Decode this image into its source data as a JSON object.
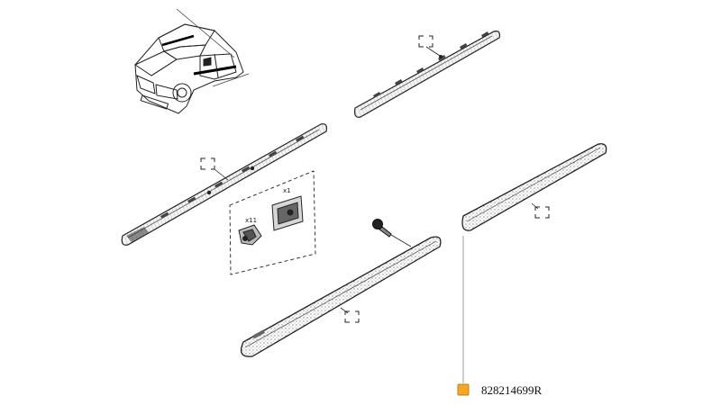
{
  "callout": {
    "part_number": "828214699R",
    "marker_color": "#f5a623",
    "marker_border": "#c47f10",
    "leader_color": "#9aa0a6"
  },
  "kit": {
    "clip_quantity": "x11",
    "plate_quantity": "x1"
  },
  "icons": [
    "car-thumbnail-icon",
    "bracket-marker-icon",
    "clip-icon",
    "plate-icon",
    "screw-icon"
  ]
}
